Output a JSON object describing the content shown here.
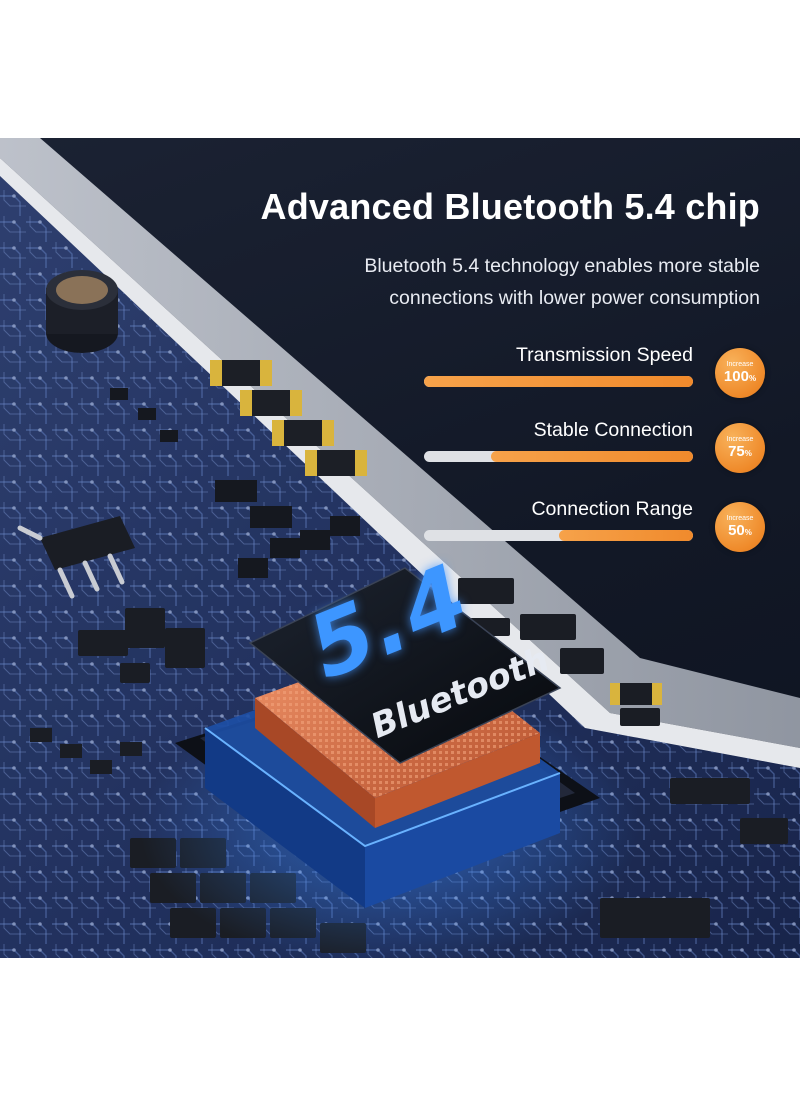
{
  "headline": "Advanced Bluetooth 5.4 chip",
  "subtitle": "Bluetooth 5.4 technology enables more stable connections with lower power consumption",
  "metrics": [
    {
      "label": "Transmission Speed",
      "badge_small": "Increase",
      "badge_value": "100",
      "badge_unit": "%",
      "fill_fraction": 1.0
    },
    {
      "label": "Stable Connection",
      "badge_small": "Increase",
      "badge_value": "75",
      "badge_unit": "%",
      "fill_fraction": 0.75
    },
    {
      "label": "Connection Range",
      "badge_small": "Increase",
      "badge_value": "50",
      "badge_unit": "%",
      "fill_fraction": 0.5
    }
  ],
  "chip": {
    "version": "5.4",
    "name": "Bluetooth"
  },
  "colors": {
    "background": "#131a28",
    "accent_orange": "#f08a2c",
    "chip_blue": "#2f8cff",
    "copper": "#e2743f",
    "text": "#ffffff"
  }
}
